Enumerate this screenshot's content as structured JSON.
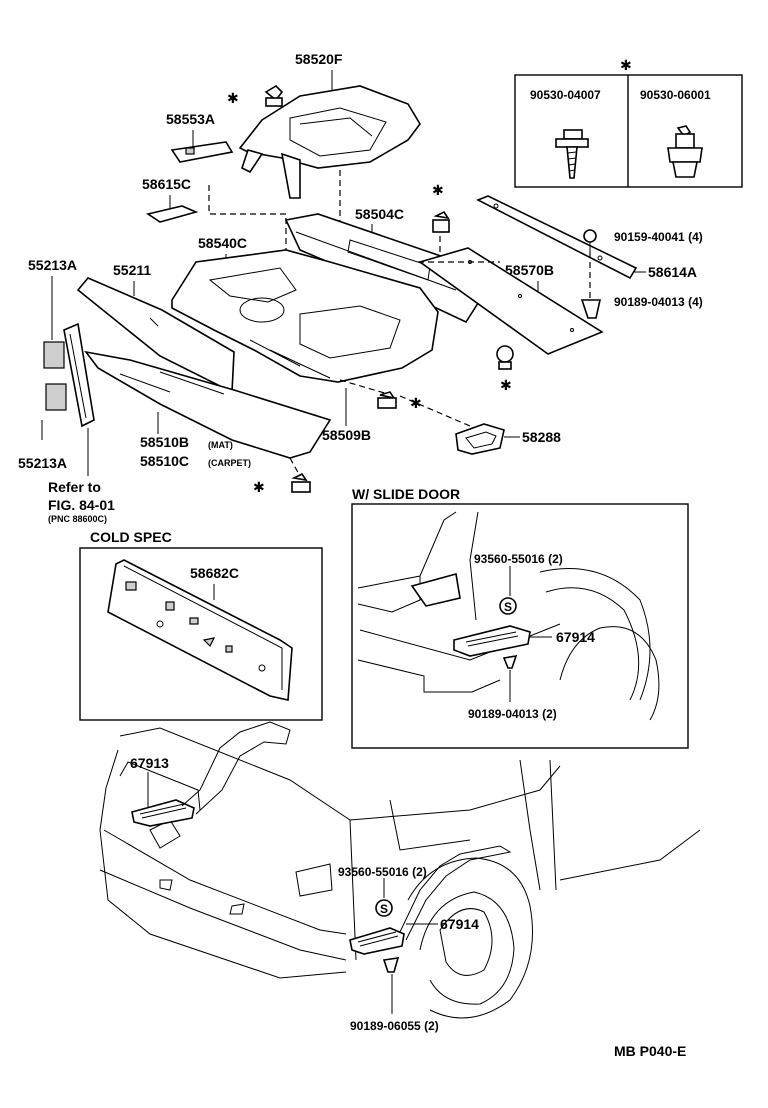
{
  "labels": {
    "p58520F": "58520F",
    "p58553A": "58553A",
    "p58615C": "58615C",
    "p58504C": "58504C",
    "p58540C": "58540C",
    "p55213A_top": "55213A",
    "p55211": "55211",
    "p58570B": "58570B",
    "p58614A": "58614A",
    "p90159": "90159-40041 (4)",
    "p90189_top": "90189-04013 (4)",
    "p58510B": "58510B",
    "mat": "(MAT)",
    "p58510C": "58510C",
    "carpet": "(CARPET)",
    "p58509B": "58509B",
    "p58288": "58288",
    "p55213A_bot": "55213A",
    "refer1": "Refer to",
    "refer2": "FIG. 84-01",
    "refer3": "(PNC 88600C)",
    "box_left": "90530-04007",
    "box_right": "90530-06001",
    "cold_spec_title": "COLD SPEC",
    "p58682C": "58682C",
    "slide_door_title": "W/ SLIDE DOOR",
    "p93560_a": "93560-55016 (2)",
    "p67914_a": "67914",
    "p90189_mid": "90189-04013 (2)",
    "p67913": "67913",
    "p93560_b": "93560-55016 (2)",
    "p67914_b": "67914",
    "p90189_bot": "90189-06055 (2)",
    "footer_code": "MB P040-E",
    "asterisk": "✱",
    "s_mark": "S"
  }
}
